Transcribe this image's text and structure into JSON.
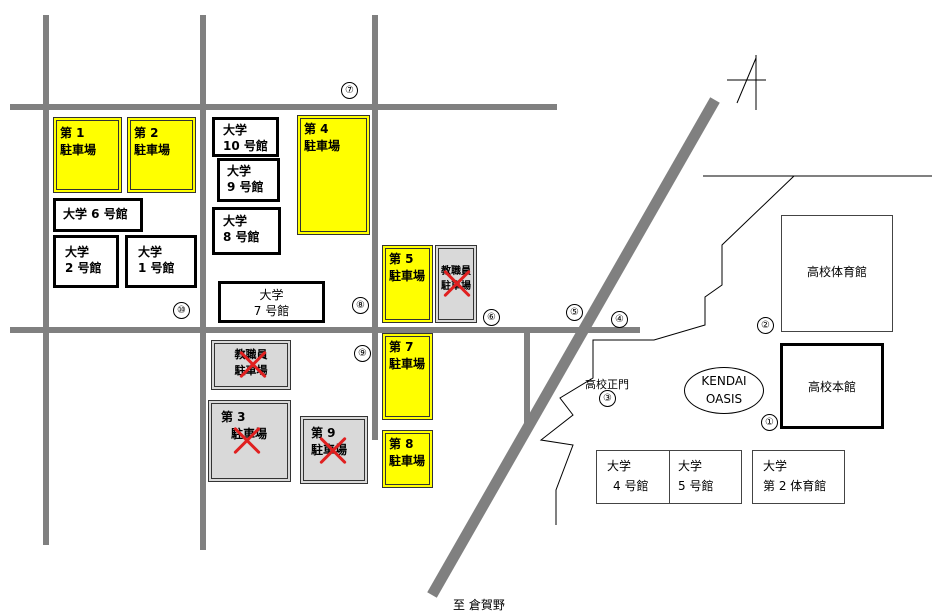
{
  "parking": {
    "p1": {
      "line1": "第 1",
      "line2": "駐車場"
    },
    "p2": {
      "line1": "第 2",
      "line2": "駐車場"
    },
    "p4": {
      "line1": "第 4",
      "line2": "駐車場"
    },
    "p5": {
      "line1": "第 5",
      "line2": "駐車場"
    },
    "p7": {
      "line1": "第 7",
      "line2": "駐車場"
    },
    "p8": {
      "line1": "第 8",
      "line2": "駐車場"
    },
    "p3": {
      "line1": "第 3",
      "line2": "駐車場",
      "closed": true
    },
    "p9": {
      "line1": "第 9",
      "line2": "駐車場",
      "closed": true
    },
    "staff_a": {
      "line1": "教職員",
      "line2": "駐車場",
      "closed": true
    },
    "staff_b": {
      "line1": "教職員",
      "line2": "駐車場",
      "closed": true
    }
  },
  "buildings": {
    "univ10": {
      "line1": "大学",
      "line2": "10 号館"
    },
    "univ9": {
      "line1": "大学",
      "line2": "9 号館"
    },
    "univ8": {
      "line1": "大学",
      "line2": "8 号館"
    },
    "univ6": {
      "line1": "大学 6 号館"
    },
    "univ2": {
      "line1": "大学",
      "line2": "2 号館"
    },
    "univ1": {
      "line1": "大学",
      "line2": "1 号館"
    },
    "univ7": {
      "line1": "大学",
      "line2": "7 号館"
    },
    "univ4": {
      "line1": "大学",
      "line2": "4 号館"
    },
    "univ5": {
      "line1": "大学",
      "line2": "5 号館"
    },
    "univ_gym2": {
      "line1": "大学",
      "line2": "第 2 体育館"
    },
    "hs_gym": {
      "line1": "高校体育館"
    },
    "hs_main": {
      "line1": "高校本館"
    }
  },
  "landmarks": {
    "oasis_line1": "KENDAI",
    "oasis_line2": "OASIS",
    "hs_gate": "高校正門",
    "to_kuragano": "至 倉賀野",
    "north_symbol": "N"
  },
  "markers": [
    "①",
    "②",
    "③",
    "④",
    "⑤",
    "⑥",
    "⑦",
    "⑧",
    "⑨",
    "⑩"
  ],
  "colors": {
    "parking": "#ffff00",
    "closed_parking": "#d9d9d9",
    "road": "#808080",
    "closed_mark": "#e02020"
  }
}
